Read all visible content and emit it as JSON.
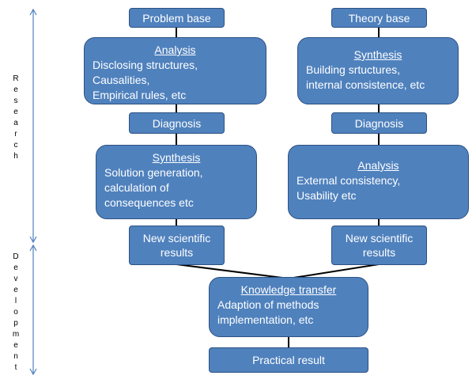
{
  "left_column": {
    "top": "Problem base",
    "analysis": {
      "title": "Analysis",
      "lines": [
        "Disclosing structures,",
        "Causalities,",
        "Empirical rules, etc"
      ]
    },
    "diagnosis": "Diagnosis",
    "synthesis": {
      "title": "Synthesis",
      "lines": [
        "Solution generation,",
        "calculation of",
        "consequences etc"
      ]
    },
    "results": [
      "New scientific",
      "results"
    ]
  },
  "right_column": {
    "top": "Theory base",
    "synthesis": {
      "title": "Synthesis",
      "lines": [
        "Building srtuctures,",
        "internal consistence, etc"
      ]
    },
    "diagnosis": "Diagnosis",
    "analysis": {
      "title": "Analysis",
      "lines": [
        "External consistency,",
        "Usability etc"
      ]
    },
    "results": [
      "New scientific",
      "results"
    ]
  },
  "transfer": {
    "title": "Knowledge transfer",
    "lines": [
      "Adaption of methods",
      "implementation, etc"
    ]
  },
  "practical": "Practical result",
  "side_labels": {
    "research": [
      "R",
      "e",
      "s",
      "e",
      "a",
      "r",
      "c",
      "h"
    ],
    "development": [
      "D",
      "e",
      "v",
      "e",
      "l",
      "o",
      "p",
      "m",
      "e",
      "n",
      "t"
    ]
  },
  "colors": {
    "box_fill": "#4f81bd",
    "box_border": "#2c5283",
    "arrow": "#4f81bd"
  }
}
